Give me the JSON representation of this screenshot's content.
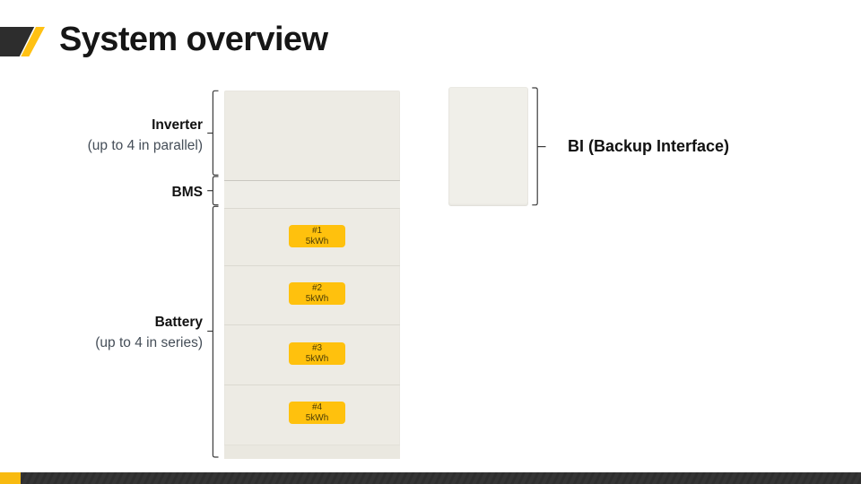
{
  "slide": {
    "title": "System overview",
    "background": "#ffffff"
  },
  "brand": {
    "accent_yellow": "#ffc10d",
    "logo_dark": "#2d2d2d",
    "bottom_bar_dark": "#323232"
  },
  "labels": {
    "inverter": {
      "name": "Inverter",
      "note": "(up to 4 in parallel)"
    },
    "bms": {
      "name": "BMS"
    },
    "battery": {
      "name": "Battery",
      "note": "(up to 4 in series)"
    },
    "bi": {
      "name": "BI (Backup Interface)"
    }
  },
  "modules": [
    {
      "id": "#1",
      "capacity": "5kWh"
    },
    {
      "id": "#2",
      "capacity": "5kWh"
    },
    {
      "id": "#3",
      "capacity": "5kWh"
    },
    {
      "id": "#4",
      "capacity": "5kWh"
    }
  ]
}
